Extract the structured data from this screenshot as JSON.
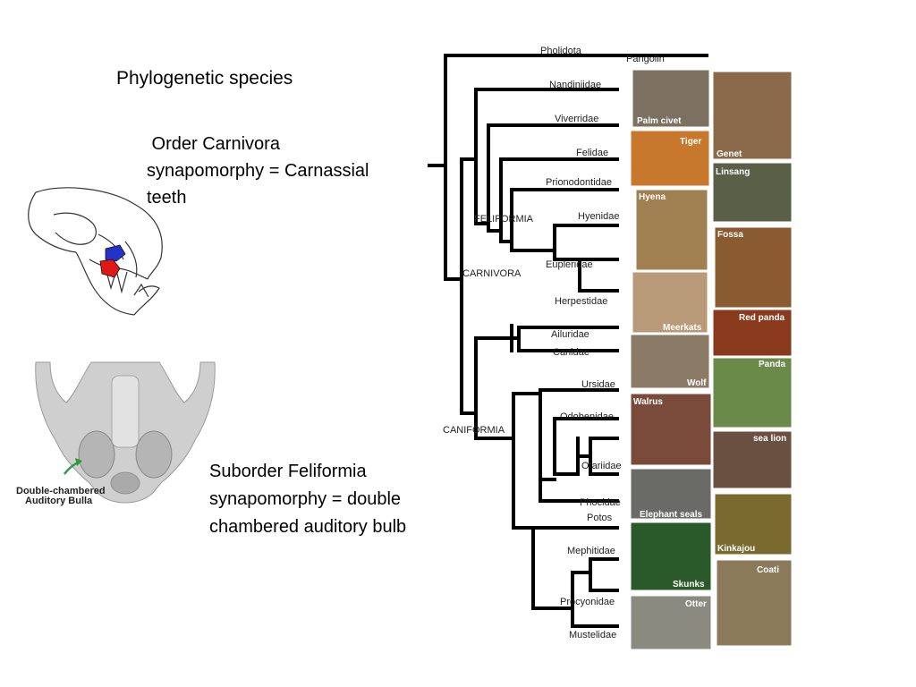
{
  "slide": {
    "title": "Phylogenetic species",
    "order_lines": [
      " Order Carnivora",
      "synapomorphy = Carnassial",
      "teeth"
    ],
    "suborder_lines": [
      "Suborder Feliformia",
      "synapomorphy = double",
      "chambered auditory bulb"
    ]
  },
  "bulla_figure": {
    "label_lines": [
      "Double-chambered",
      "Auditory Bulla"
    ],
    "label_color": "#2e9a3c"
  },
  "tree": {
    "outgroup": {
      "family": "Pholidota",
      "common": "Pangolin"
    },
    "clades": [
      "CARNIVORA",
      "FELIFORMIA",
      "CANIFORMIA"
    ],
    "families": [
      "Nandiniidae",
      "Viverridae",
      "Felidae",
      "Prionodontidae",
      "Hyenidae",
      "Eupleridae",
      "Herpestidae",
      "Ailuridae",
      "Canidae",
      "Ursidae",
      "Odobenidae",
      "Otariidae",
      "Phocidae",
      "Potos",
      "Mephitidae",
      "Procyonidae",
      "Mustelidae"
    ]
  },
  "photos": [
    {
      "caption": "Palm civet",
      "color": "#7c7060"
    },
    {
      "caption": "Genet",
      "color": "#8a6a4a"
    },
    {
      "caption": "Tiger",
      "color": "#c8782c"
    },
    {
      "caption": "Linsang",
      "color": "#5a6048"
    },
    {
      "caption": "Hyena",
      "color": "#a08050"
    },
    {
      "caption": "Fossa",
      "color": "#8a5a30"
    },
    {
      "caption": "Meerkats",
      "color": "#b89a78"
    },
    {
      "caption": "Red panda",
      "color": "#8a3a1c"
    },
    {
      "caption": "Wolf",
      "color": "#8a7a66"
    },
    {
      "caption": "Panda",
      "color": "#6a8a4a"
    },
    {
      "caption": "Walrus",
      "color": "#7a4a3a"
    },
    {
      "caption": "sea lion",
      "color": "#6a5040"
    },
    {
      "caption": "Elephant seals",
      "color": "#6a6a66"
    },
    {
      "caption": "Kinkajou",
      "color": "#7a6a30"
    },
    {
      "caption": "Skunks",
      "color": "#2a5a2a"
    },
    {
      "caption": "Coati",
      "color": "#8a7a5a"
    },
    {
      "caption": "Otter",
      "color": "#8a8a80"
    }
  ],
  "colors": {
    "carnassial_upper": "#2233cc",
    "carnassial_lower": "#e01818"
  }
}
